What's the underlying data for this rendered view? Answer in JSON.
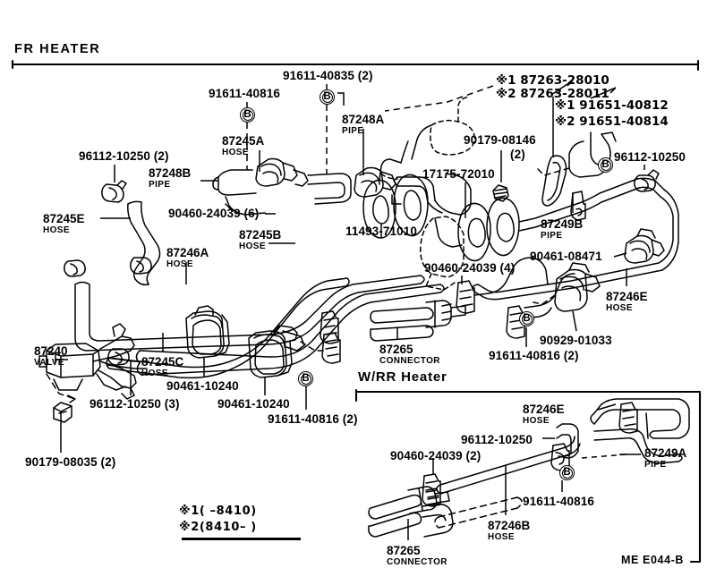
{
  "sheet": {
    "footer_code": "ME  E044-B",
    "line_color": "#000000",
    "background": "#ffffff"
  },
  "sections": [
    {
      "name": "front-heater",
      "title": "FR  HEATER"
    },
    {
      "name": "rear-heater",
      "title": "W/RR  Heater"
    }
  ],
  "footnotes": [
    {
      "mark": "※1",
      "text": "(        –8410)"
    },
    {
      "mark": "※2",
      "text": "(8410–        )"
    }
  ],
  "callouts": [
    {
      "id": "c01",
      "part": "96112-10250 (2)",
      "desc": ""
    },
    {
      "id": "c02",
      "part": "91611-40816",
      "desc": ""
    },
    {
      "id": "c03",
      "part": "91611-40835 (2)",
      "desc": ""
    },
    {
      "id": "c04",
      "part": "87248B",
      "desc": "PIPE"
    },
    {
      "id": "c05",
      "part": "87245A",
      "desc": "HOSE"
    },
    {
      "id": "c06",
      "part": "87248A",
      "desc": "PIPE"
    },
    {
      "id": "c07",
      "part": "87245E",
      "desc": "HOSE"
    },
    {
      "id": "c08",
      "part": "90460-24039 (6)",
      "desc": ""
    },
    {
      "id": "c09",
      "part": "87245B",
      "desc": "HOSE"
    },
    {
      "id": "c10",
      "part": "87246A",
      "desc": "HOSE"
    },
    {
      "id": "c11",
      "part": "11493-71010",
      "desc": ""
    },
    {
      "id": "c12",
      "part": "17175-72010",
      "desc": ""
    },
    {
      "id": "c13",
      "part": "90179-08146",
      "desc": "(2)"
    },
    {
      "id": "c14",
      "part": "※1 87263-28010",
      "desc": ""
    },
    {
      "id": "c15",
      "part": "※2 87263-28011",
      "desc": ""
    },
    {
      "id": "c16",
      "part": "※1 91651-40812",
      "desc": ""
    },
    {
      "id": "c17",
      "part": "※2 91651-40814",
      "desc": ""
    },
    {
      "id": "c18",
      "part": "96112-10250",
      "desc": ""
    },
    {
      "id": "c19",
      "part": "87249B",
      "desc": "PIPE"
    },
    {
      "id": "c20",
      "part": "90461-08471",
      "desc": ""
    },
    {
      "id": "c21",
      "part": "90460-24039 (4)",
      "desc": ""
    },
    {
      "id": "c22",
      "part": "87246E",
      "desc": "HOSE"
    },
    {
      "id": "c23",
      "part": "90929-01033",
      "desc": ""
    },
    {
      "id": "c24",
      "part": "91611-40816 (2)",
      "desc": ""
    },
    {
      "id": "c25",
      "part": "87240",
      "desc": "VALVE"
    },
    {
      "id": "c26",
      "part": "87245C",
      "desc": "HOSE"
    },
    {
      "id": "c27",
      "part": "96112-10250 (3)",
      "desc": ""
    },
    {
      "id": "c28",
      "part": "90461-10240",
      "desc": ""
    },
    {
      "id": "c29",
      "part": "90461-10240",
      "desc": ""
    },
    {
      "id": "c30",
      "part": "91611-40816 (2)",
      "desc": ""
    },
    {
      "id": "c31",
      "part": "90179-08035 (2)",
      "desc": ""
    },
    {
      "id": "c32",
      "part": "87265",
      "desc": "CONNECTOR"
    },
    {
      "id": "c33",
      "part": "87246E",
      "desc": "HOSE"
    },
    {
      "id": "c34",
      "part": "96112-10250",
      "desc": ""
    },
    {
      "id": "c35",
      "part": "90460-24039 (2)",
      "desc": ""
    },
    {
      "id": "c36",
      "part": "87249A",
      "desc": "PIPE"
    },
    {
      "id": "c37",
      "part": "91611-40816",
      "desc": ""
    },
    {
      "id": "c38",
      "part": "87246B",
      "desc": "HOSE"
    },
    {
      "id": "c39",
      "part": "87265",
      "desc": "CONNECTOR"
    }
  ],
  "markers": [
    {
      "id": "m1",
      "letter": "B"
    },
    {
      "id": "m2",
      "letter": "B"
    },
    {
      "id": "m3",
      "letter": "B"
    },
    {
      "id": "m4",
      "letter": "B"
    },
    {
      "id": "m5",
      "letter": "B"
    },
    {
      "id": "m6",
      "letter": "B"
    },
    {
      "id": "m7",
      "letter": "B"
    },
    {
      "id": "m8",
      "letter": "B"
    }
  ]
}
